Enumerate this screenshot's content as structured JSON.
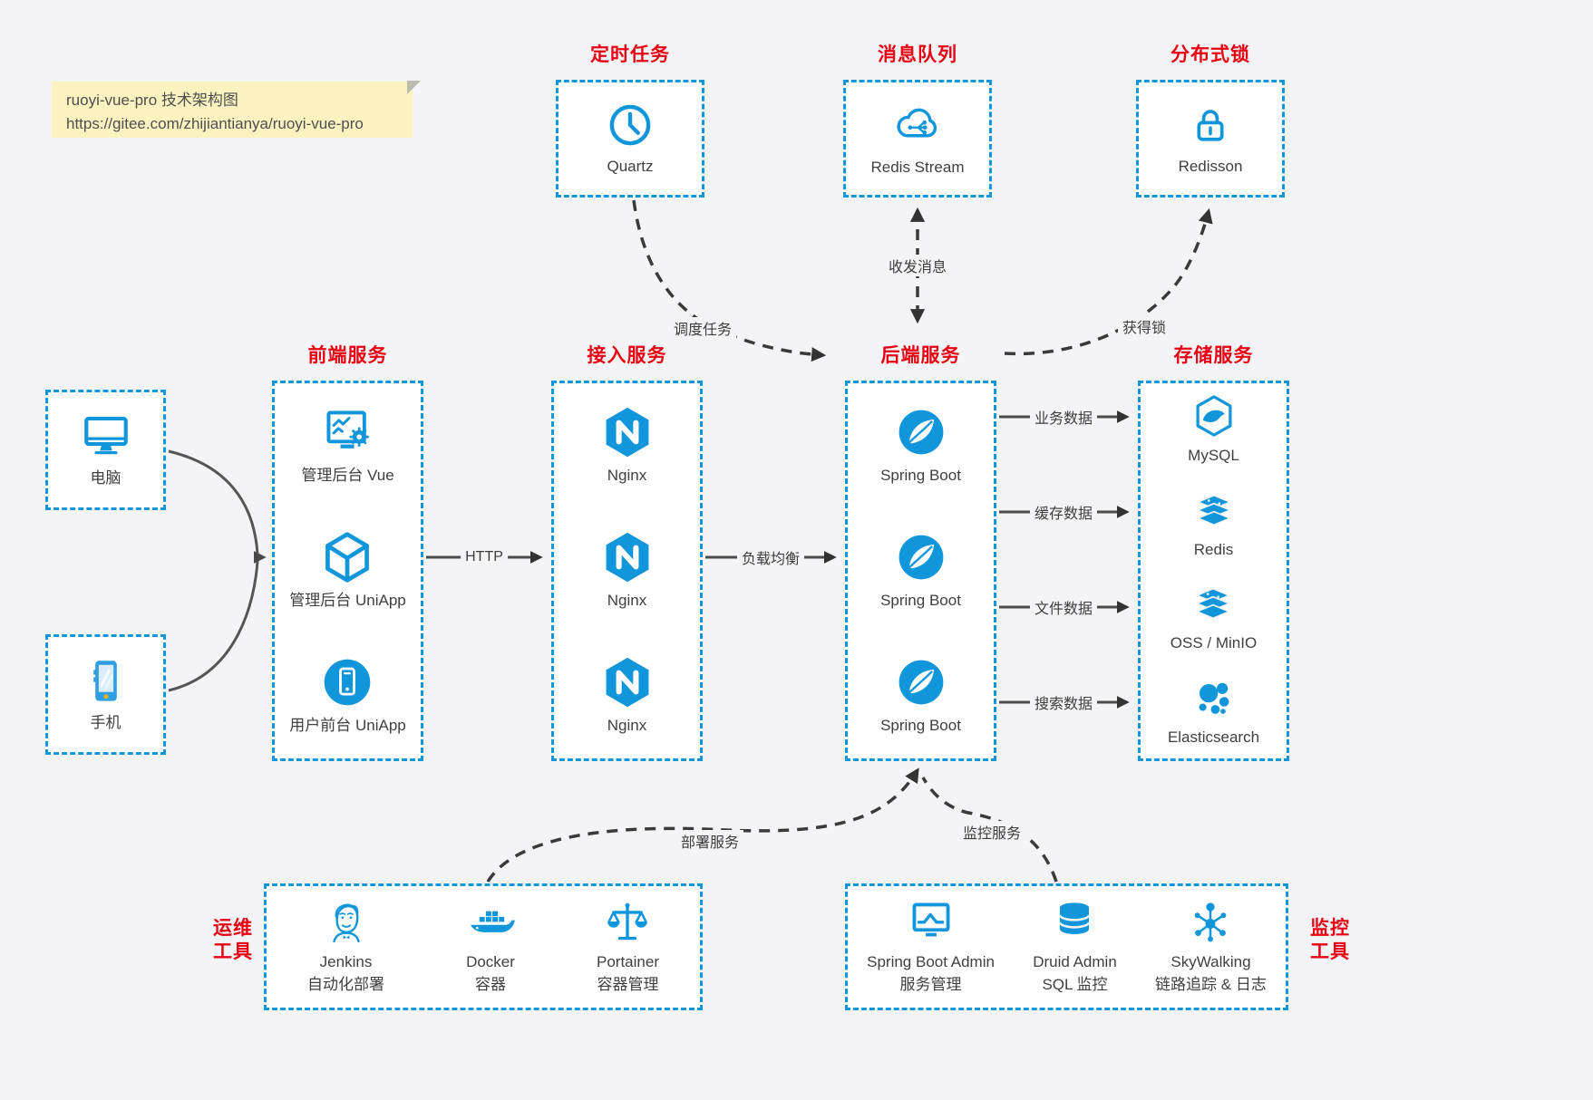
{
  "note": {
    "line1": "ruoyi-vue-pro 技术架构图",
    "line2": "https://gitee.com/zhijiantianya/ruoyi-vue-pro"
  },
  "colors": {
    "accent_blue": "#1296db",
    "title_red": "#e60113",
    "note_bg": "#faf3c0",
    "canvas_bg": "#f4f4f6"
  },
  "top_sections": [
    {
      "title": "定时任务",
      "icon": "clock-icon",
      "label": "Quartz"
    },
    {
      "title": "消息队列",
      "icon": "cloud-share-icon",
      "label": "Redis Stream"
    },
    {
      "title": "分布式锁",
      "icon": "lock-icon",
      "label": "Redisson"
    }
  ],
  "clients": [
    {
      "icon": "computer-icon",
      "label": "电脑"
    },
    {
      "icon": "phone-icon",
      "label": "手机"
    }
  ],
  "frontend": {
    "title": "前端服务",
    "items": [
      {
        "icon": "admin-vue-icon",
        "label": "管理后台 Vue"
      },
      {
        "icon": "cube-icon",
        "label": "管理后台 UniApp"
      },
      {
        "icon": "mobile-circle-icon",
        "label": "用户前台 UniApp"
      }
    ]
  },
  "gateway": {
    "title": "接入服务",
    "items": [
      {
        "icon": "nginx-icon",
        "label": "Nginx"
      },
      {
        "icon": "nginx-icon",
        "label": "Nginx"
      },
      {
        "icon": "nginx-icon",
        "label": "Nginx"
      }
    ]
  },
  "backend": {
    "title": "后端服务",
    "items": [
      {
        "icon": "spring-icon",
        "label": "Spring Boot"
      },
      {
        "icon": "spring-icon",
        "label": "Spring Boot"
      },
      {
        "icon": "spring-icon",
        "label": "Spring Boot"
      }
    ]
  },
  "storage": {
    "title": "存储服务",
    "items": [
      {
        "icon": "mysql-icon",
        "label": "MySQL"
      },
      {
        "icon": "redis-stack-icon",
        "label": "Redis"
      },
      {
        "icon": "oss-stack-icon",
        "label": "OSS / MinIO"
      },
      {
        "icon": "elasticsearch-icon",
        "label": "Elasticsearch"
      }
    ]
  },
  "ops": {
    "title": "运维\n工具",
    "items": [
      {
        "icon": "jenkins-icon",
        "label": "Jenkins",
        "sublabel": "自动化部署"
      },
      {
        "icon": "docker-icon",
        "label": "Docker",
        "sublabel": "容器"
      },
      {
        "icon": "portainer-icon",
        "label": "Portainer",
        "sublabel": "容器管理"
      }
    ]
  },
  "monitoring": {
    "title": "监控\n工具",
    "items": [
      {
        "icon": "springboot-admin-icon",
        "label": "Spring Boot Admin",
        "sublabel": "服务管理"
      },
      {
        "icon": "druid-icon",
        "label": "Druid Admin",
        "sublabel": "SQL 监控"
      },
      {
        "icon": "skywalking-icon",
        "label": "SkyWalking",
        "sublabel": "链路追踪 & 日志"
      }
    ]
  },
  "edges": {
    "http": "HTTP",
    "load_balance": "负载均衡",
    "schedule": "调度任务",
    "messaging": "收发消息",
    "lock": "获得锁",
    "business_data": "业务数据",
    "cache_data": "缓存数据",
    "file_data": "文件数据",
    "search_data": "搜索数据",
    "deploy": "部署服务",
    "monitor": "监控服务"
  }
}
